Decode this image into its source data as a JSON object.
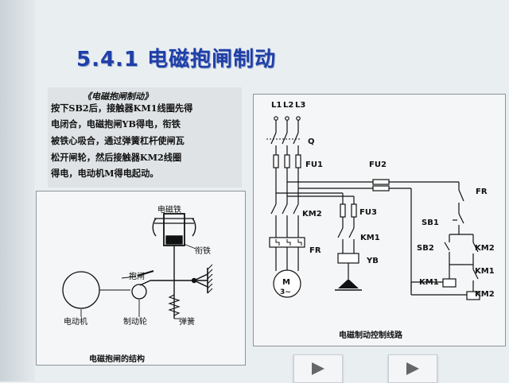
{
  "slide": {
    "title": "5.4.1 电磁抱闸制动",
    "text_heading": "《电磁抱闸制动》",
    "text_lines": [
      "按下SB2后，接触器KM1线圈先得",
      "电闭合，电磁抱闸YB得电，衔铁",
      "被铁心吸合，通过弹簧杠杆使闸瓦",
      "松开闸轮，然后接触器KM2线圈",
      "得电，电动机M得电起动。"
    ]
  },
  "structure_diagram": {
    "caption": "电磁抱闸的结构",
    "labels": {
      "electromagnet": "电磁铁",
      "armature": "衔铁",
      "brake_shoe": "抱闸",
      "motor": "电动机",
      "brake_wheel": "制动轮",
      "spring": "弹簧"
    }
  },
  "circuit_diagram": {
    "caption": "电磁制动控制线路",
    "phases": [
      "L1",
      "L2",
      "L3"
    ],
    "labels": {
      "q": "Q",
      "fu1": "FU1",
      "fu2": "FU2",
      "km2_main": "KM2",
      "fu3": "FU3",
      "km1_main": "KM1",
      "fr_main": "FR",
      "yb": "YB",
      "motor": "M",
      "motor_sub": "3~",
      "fr_ctrl": "FR",
      "sb1": "SB1",
      "sb2": "SB2",
      "km2_aux": "KM2",
      "km1_aux": "KM1",
      "km1_coil": "KM1",
      "km2_coil": "KM2"
    }
  },
  "nav": {
    "icon": "play-arrow-icon"
  },
  "colors": {
    "title": "#1f3fa8",
    "background": "#e9eef1"
  }
}
